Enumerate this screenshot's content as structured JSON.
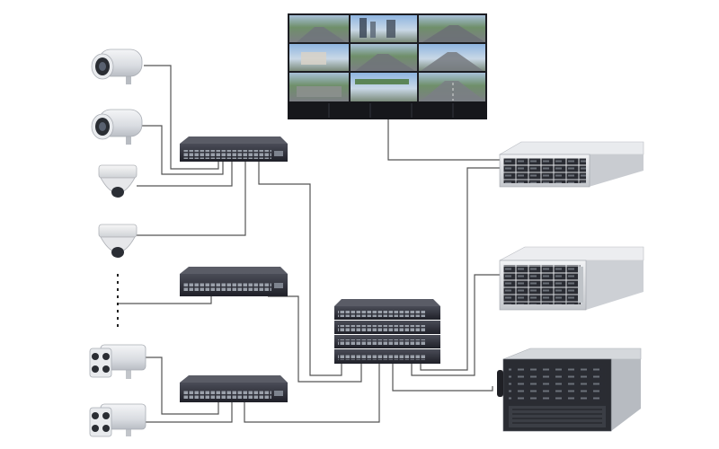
{
  "diagram": {
    "type": "cctv-network-topology",
    "cameras": [
      {
        "id": "cam-bullet-1",
        "kind": "bullet-camera"
      },
      {
        "id": "cam-bullet-2",
        "kind": "bullet-camera"
      },
      {
        "id": "cam-dome-1",
        "kind": "dome-camera"
      },
      {
        "id": "cam-dome-2",
        "kind": "dome-camera"
      },
      {
        "id": "cam-ir-1",
        "kind": "infrared-bullet-camera"
      },
      {
        "id": "cam-ir-2",
        "kind": "infrared-bullet-camera"
      }
    ],
    "access_switches": [
      {
        "id": "switch-access-1"
      },
      {
        "id": "switch-access-2"
      },
      {
        "id": "switch-access-3"
      }
    ],
    "core_switch": {
      "id": "switch-core-stack",
      "units": 4
    },
    "video_wall": {
      "id": "video-wall",
      "screens": 9
    },
    "servers": [
      {
        "id": "server-1u-storage",
        "kind": "rack-server-1u"
      },
      {
        "id": "server-2u-storage",
        "kind": "rack-server-2u"
      },
      {
        "id": "server-4u-storage",
        "kind": "rack-server-4u"
      }
    ],
    "colors": {
      "cable": "#555555",
      "switch_body": "#2b2d36",
      "camera_body": "#e6e8ec",
      "server_body": "#d8dbe0"
    }
  }
}
